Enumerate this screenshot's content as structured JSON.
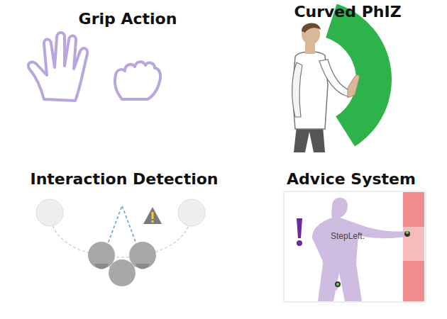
{
  "diagram": {
    "labels": [
      "Grip Action",
      "Curved PhIZ",
      "Interaction Detection",
      "Advice System",
      "StepLeft."
    ]
  }
}
